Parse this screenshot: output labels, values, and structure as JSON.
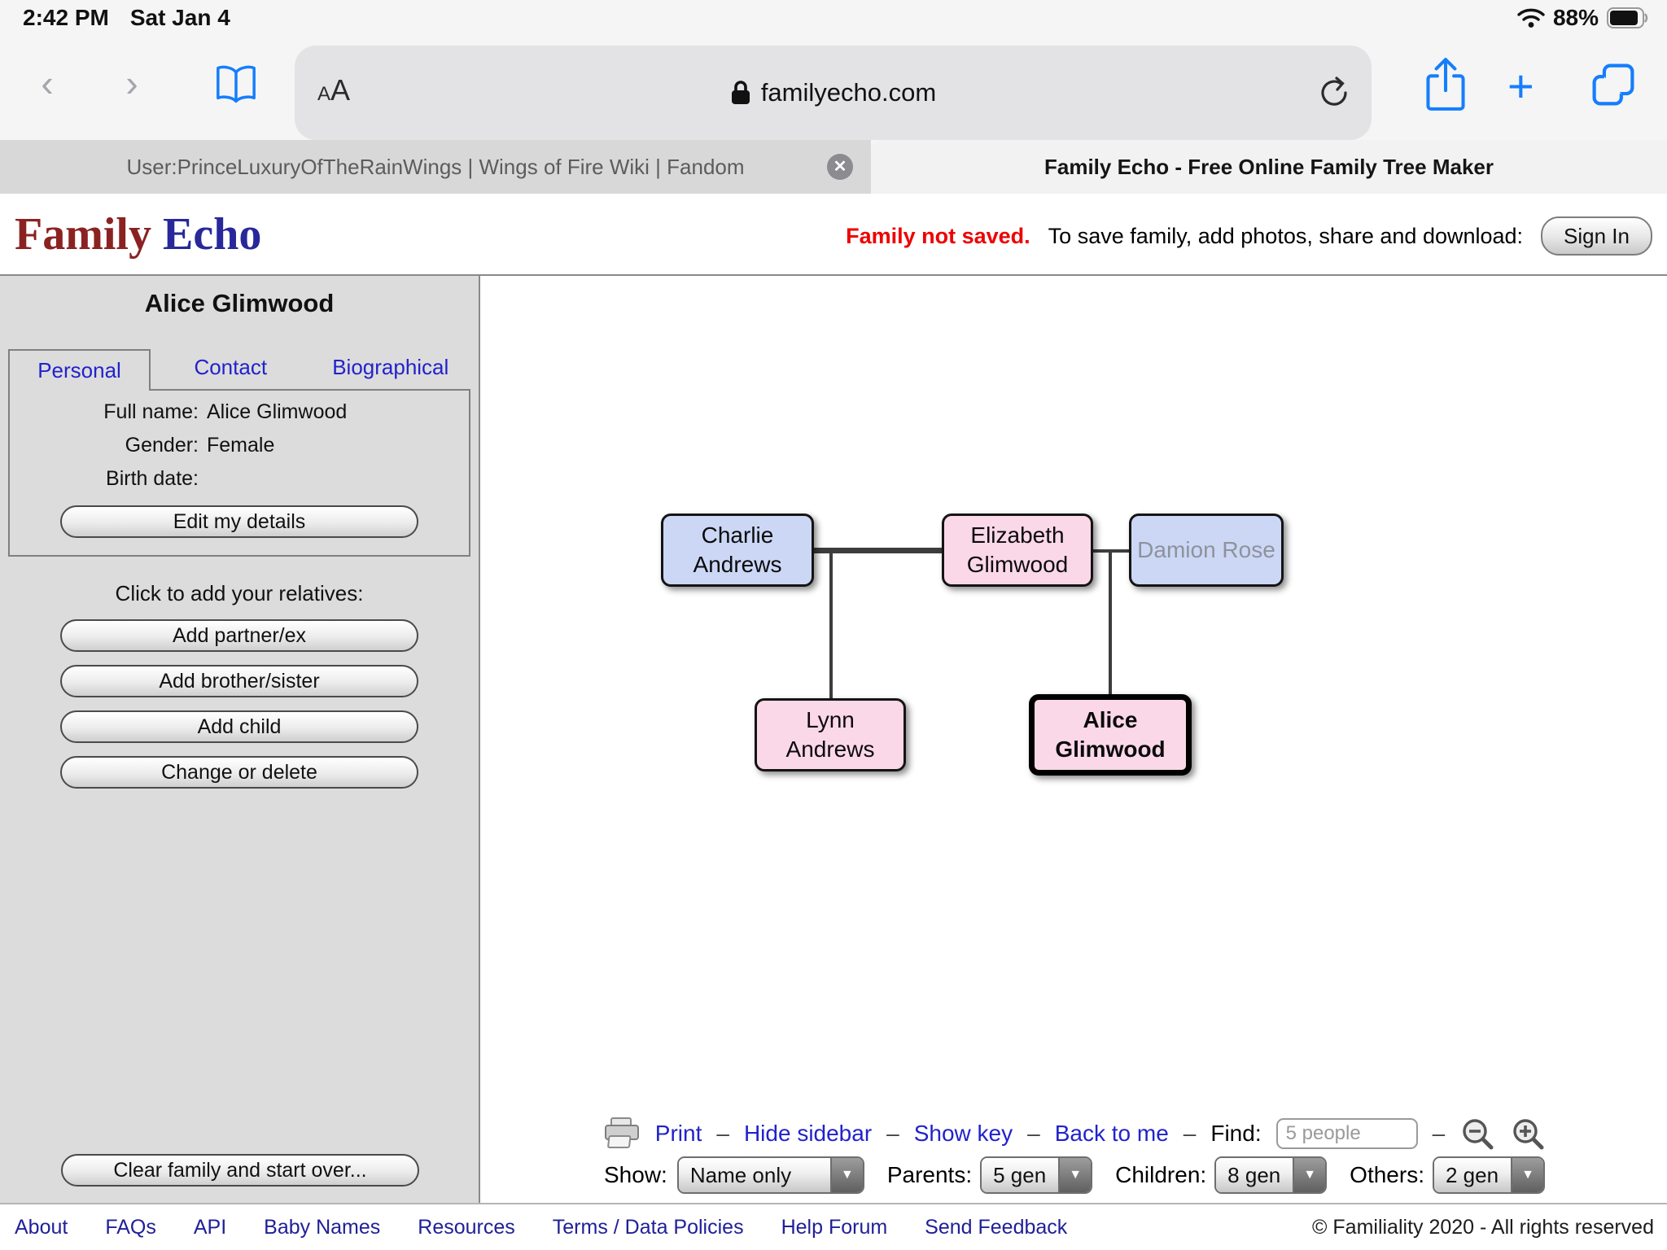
{
  "status_bar": {
    "time": "2:42 PM",
    "date": "Sat Jan 4",
    "battery_percent": "88%"
  },
  "browser": {
    "reader_small": "A",
    "reader_large": "A",
    "url": "familyecho.com",
    "plus": "+",
    "tabs": [
      {
        "title": "User:PrinceLuxuryOfTheRainWings | Wings of Fire Wiki | Fandom",
        "close": "✕",
        "active": false
      },
      {
        "title": "Family Echo - Free Online Family Tree Maker",
        "active": true
      }
    ]
  },
  "site_header": {
    "logo_part1": "Family ",
    "logo_part2": "Echo",
    "not_saved": "Family not saved.",
    "save_hint": "To save family, add photos, share and download:",
    "sign_in": "Sign In"
  },
  "sidebar": {
    "title": "Alice Glimwood",
    "tabs": {
      "personal": "Personal",
      "contact": "Contact",
      "biographical": "Biographical"
    },
    "fields": {
      "full_name_label": "Full name:",
      "full_name_value": "Alice Glimwood",
      "gender_label": "Gender:",
      "gender_value": "Female",
      "birth_label": "Birth date:",
      "birth_value": ""
    },
    "edit_button": "Edit my details",
    "add_heading": "Click to add your relatives:",
    "add_partner": "Add partner/ex",
    "add_sibling": "Add brother/sister",
    "add_child": "Add child",
    "change_delete": "Change or delete",
    "clear_button": "Clear family and start over..."
  },
  "tree": {
    "charlie": {
      "line1": "Charlie",
      "line2": "Andrews"
    },
    "elizabeth": {
      "line1": "Elizabeth",
      "line2": "Glimwood"
    },
    "damion": {
      "line1": "Damion Rose"
    },
    "lynn": {
      "line1": "Lynn",
      "line2": "Andrews"
    },
    "alice": {
      "line1": "Alice",
      "line2": "Glimwood"
    }
  },
  "bottom_bar": {
    "print": "Print",
    "hide_sidebar": "Hide sidebar",
    "show_key": "Show key",
    "back_to_me": "Back to me",
    "find_label": "Find:",
    "find_placeholder": "5 people",
    "dash": "–"
  },
  "view_controls": {
    "show_label": "Show:",
    "show_value": "Name only",
    "parents_label": "Parents:",
    "parents_value": "5 gen",
    "children_label": "Children:",
    "children_value": "8 gen",
    "others_label": "Others:",
    "others_value": "2 gen",
    "dropdown_arrow": "▼"
  },
  "footer": {
    "links": [
      "About",
      "FAQs",
      "API",
      "Baby Names",
      "Resources",
      "Terms / Data Policies",
      "Help Forum",
      "Send Feedback"
    ],
    "copyright": "© Familiality 2020 - All rights reserved"
  },
  "colors": {
    "male_box": "#ccd7f6",
    "female_box": "#fbd8e8",
    "link_blue": "#2222cc",
    "warning_red": "#ee0000",
    "ios_blue": "#157efc"
  }
}
